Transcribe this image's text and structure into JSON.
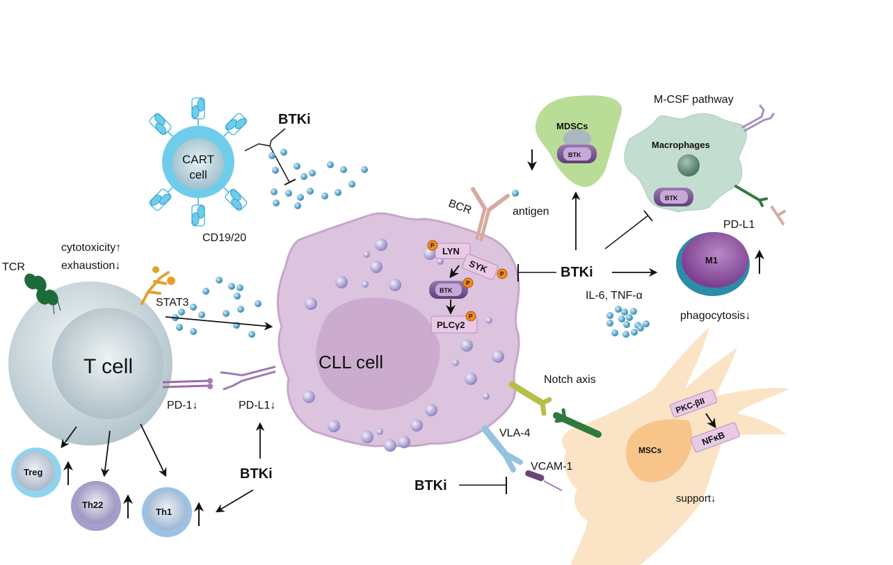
{
  "diagram": {
    "cells": {
      "cart": {
        "line1": "CART",
        "line2": "cell",
        "receptor_label": "CD19/20"
      },
      "tcell": {
        "label": "T cell",
        "receptor_label": "TCR",
        "effect_line1": "cytotoxicity↑",
        "effect_line2": "exhaustion↓",
        "stat3": "STAT3",
        "pd1": "PD-1↓"
      },
      "cll": {
        "label": "CLL cell",
        "pdl1": "PD-L1↓",
        "bcr": "BCR",
        "antigen": "antigen"
      },
      "subsets": [
        {
          "label": "Treg",
          "trend": "↑"
        },
        {
          "label": "Th22",
          "trend": "↑"
        },
        {
          "label": "Th1",
          "trend": "↑"
        }
      ],
      "mdscs": {
        "label": "MDSCs",
        "btk": "BTK"
      },
      "macrophages": {
        "label": "Macrophages",
        "btk": "BTK",
        "pathway": "M-CSF pathway",
        "pdl1": "PD-L1"
      },
      "m1": {
        "label": "M1",
        "effect": "phagocytosis↓"
      },
      "mscs": {
        "label": "MSCs",
        "kinase": "PKC-βII",
        "nfkb": "NFκB",
        "effect": "support↓"
      }
    },
    "signaling": {
      "lyn": "LYN",
      "syk": "SYK",
      "btk": "BTK",
      "plcg2": "PLCγ2",
      "phospho": "P"
    },
    "interactions": {
      "notch": "Notch axis",
      "vla4": "VLA-4",
      "vcam1": "VCAM-1",
      "cytokines": "IL-6, TNF-α"
    },
    "inhibitor_labels": {
      "top": "BTKi",
      "center": "BTKi",
      "left_bottom": "BTKi",
      "bottom": "BTKi"
    },
    "colors": {
      "cll": "#dcc3de",
      "cll_nucleus": "#c8a8cb",
      "tcell": "#c9d6db",
      "cart": "#6fcdeb",
      "mdsc": "#b9dc96",
      "macrophage": "#c3ddd0",
      "msc": "#fbe3c6",
      "msc_nucleus": "#f6c07f",
      "kinase_box": "#e8c9e6",
      "btk": "#7d5a93",
      "phospho": "#f08a1d",
      "cytokine": "#3591c0"
    }
  }
}
